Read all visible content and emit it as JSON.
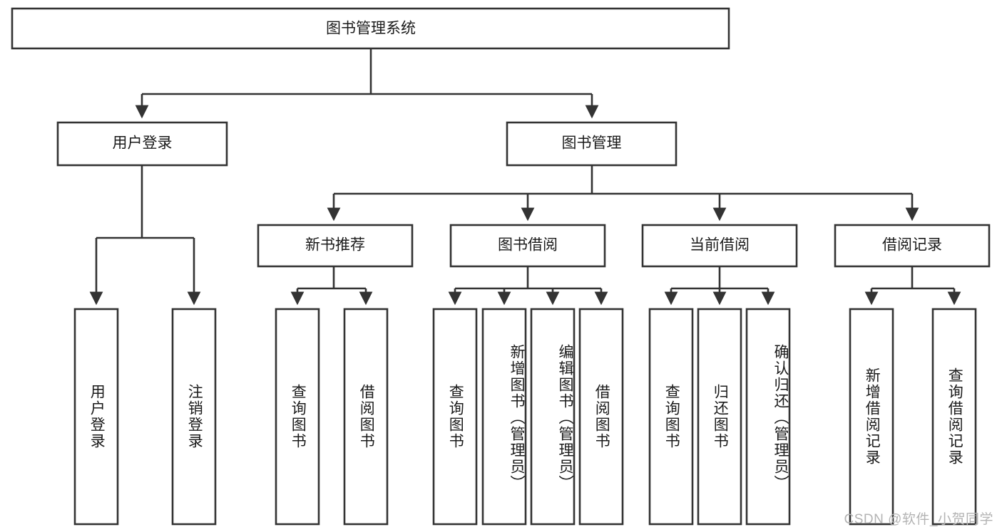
{
  "diagram": {
    "type": "tree-hierarchy",
    "title": "图书管理系统",
    "root": {
      "id": "root",
      "label": "图书管理系统"
    },
    "level2": [
      {
        "id": "user-login",
        "label": "用户登录"
      },
      {
        "id": "book-manage",
        "label": "图书管理"
      }
    ],
    "level3": [
      {
        "id": "new-book-recommend",
        "label": "新书推荐",
        "parent": "book-manage"
      },
      {
        "id": "book-borrow",
        "label": "图书借阅",
        "parent": "book-manage"
      },
      {
        "id": "current-borrow",
        "label": "当前借阅",
        "parent": "book-manage"
      },
      {
        "id": "borrow-record",
        "label": "借阅记录",
        "parent": "book-manage"
      }
    ],
    "leaves": {
      "user-login": [
        {
          "id": "leaf-user-login",
          "label": "用户登录"
        },
        {
          "id": "leaf-user-logout",
          "label": "注销登录"
        }
      ],
      "new-book-recommend": [
        {
          "id": "leaf-query-book-1",
          "label": "查询图书"
        },
        {
          "id": "leaf-borrow-book-1",
          "label": "借阅图书"
        }
      ],
      "book-borrow": [
        {
          "id": "leaf-query-book-2",
          "label": "查询图书"
        },
        {
          "id": "leaf-add-book",
          "label": "新增图书（管理员）"
        },
        {
          "id": "leaf-edit-book",
          "label": "编辑图书（管理员）"
        },
        {
          "id": "leaf-borrow-book-2",
          "label": "借阅图书"
        }
      ],
      "current-borrow": [
        {
          "id": "leaf-query-book-3",
          "label": "查询图书"
        },
        {
          "id": "leaf-return-book",
          "label": "归还图书"
        },
        {
          "id": "leaf-confirm-return",
          "label": "确认归还（管理员）"
        }
      ],
      "borrow-record": [
        {
          "id": "leaf-add-record",
          "label": "新增借阅记录"
        },
        {
          "id": "leaf-query-record",
          "label": "查询借阅记录"
        }
      ]
    }
  },
  "watermark": {
    "text": "CSDN @软件_小贺同学"
  },
  "colors": {
    "stroke": "#333333",
    "node_fill": "#ffffff",
    "text": "#1a1a1a",
    "canvas": "#ffffff",
    "watermark": "#b3b3b3"
  }
}
